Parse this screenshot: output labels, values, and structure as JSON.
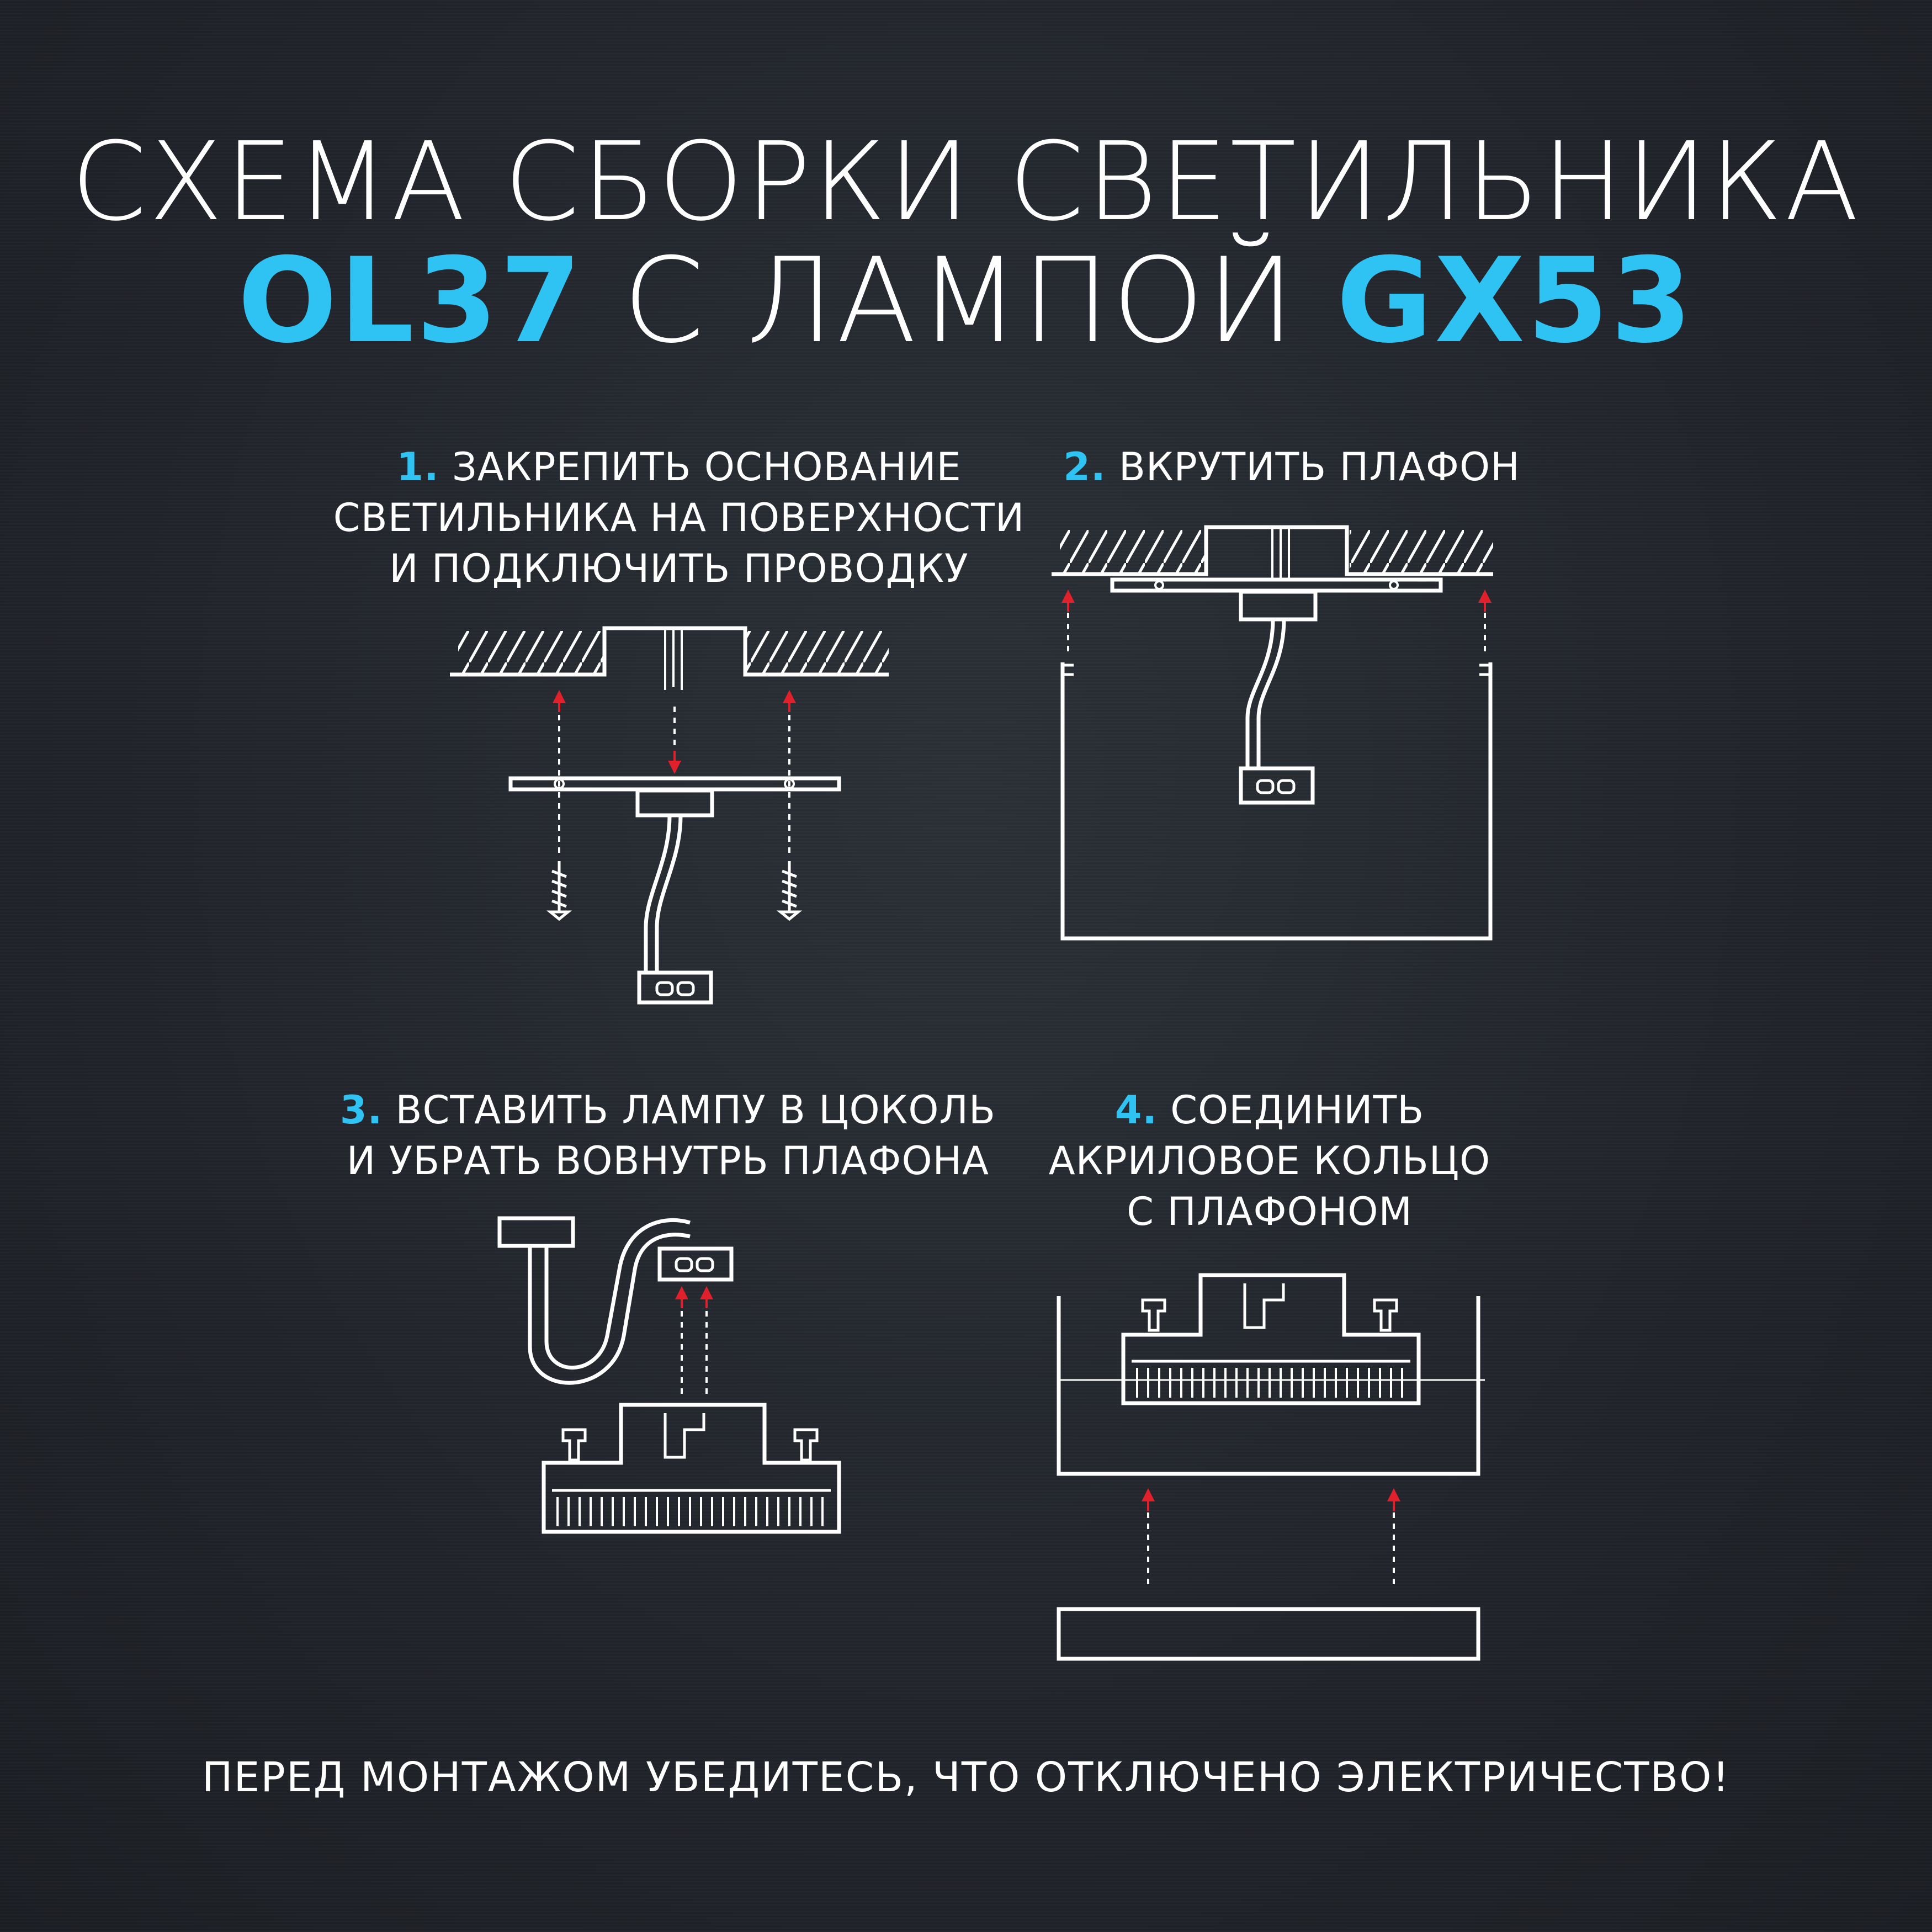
{
  "title": {
    "line1": "СХЕМА СБОРКИ СВЕТИЛЬНИКА",
    "model": "OL37",
    "middle": "С ЛАМПОЙ",
    "lamp": "GX53"
  },
  "steps": [
    {
      "num": "1.",
      "text": "ЗАКРЕПИТЬ ОСНОВАНИЕ\nСВЕТИЛЬНИКА НА ПОВЕРХНОСТИ\nИ ПОДКЛЮЧИТЬ ПРОВОДКУ"
    },
    {
      "num": "2.",
      "text": "ВКРУТИТЬ ПЛАФОН"
    },
    {
      "num": "3.",
      "text": "ВСТАВИТЬ ЛАМПУ В ЦОКОЛЬ\nИ УБРАТЬ ВОВНУТРЬ ПЛАФОНА"
    },
    {
      "num": "4.",
      "text": "СОЕДИНИТЬ\nАКРИЛОВОЕ КОЛЬЦО\nС ПЛАФОНОМ"
    }
  ],
  "warning": "ПЕРЕД МОНТАЖОМ  УБЕДИТЕСЬ, ЧТО ОТКЛЮЧЕНО ЭЛЕКТРИЧЕСТВО!",
  "colors": {
    "accent": "#2ec3f3",
    "arrow": "#e0202a",
    "line": "#ffffff",
    "background": "#22262c"
  }
}
